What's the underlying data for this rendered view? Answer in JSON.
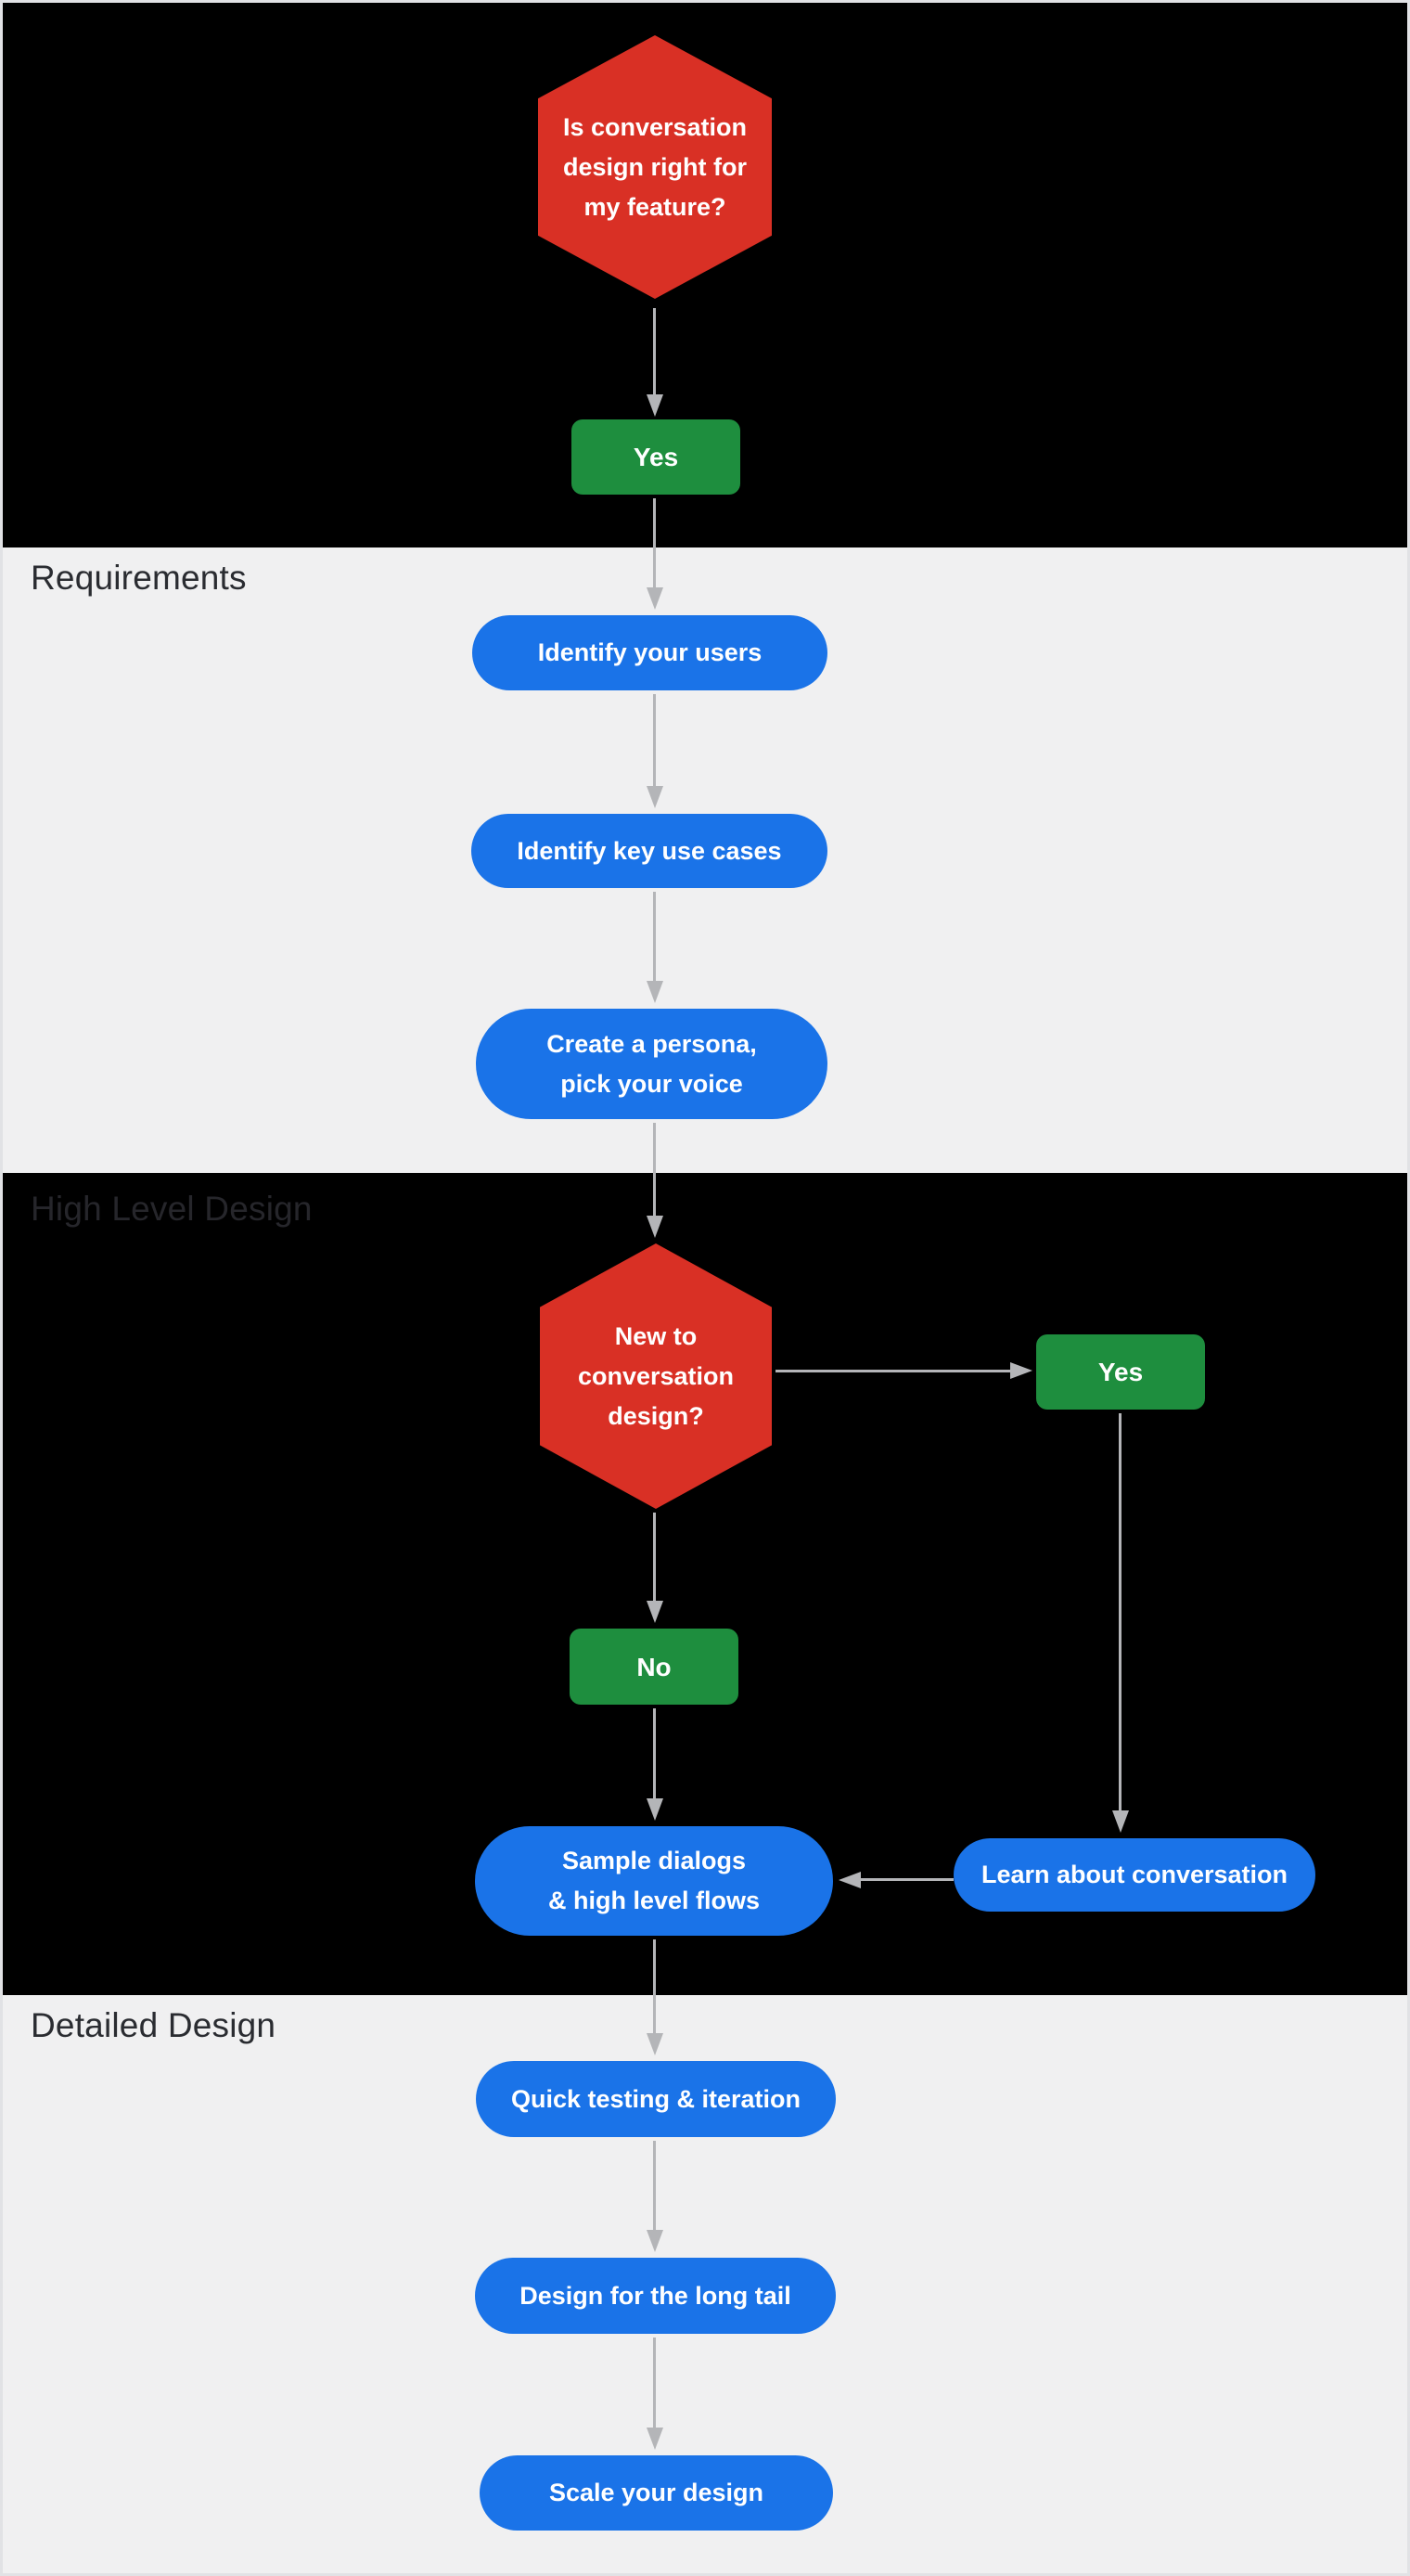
{
  "colors": {
    "background_dark": "#000000",
    "background_light": "#f0f0f1",
    "decision_red": "#d93025",
    "answer_green": "#1e8e3e",
    "step_blue": "#1a73e8",
    "arrow_gray": "#b4b5b8",
    "section_label_dark": "#2a2c31",
    "section_label_on_dark": "#26262b",
    "node_text": "#ffffff"
  },
  "sections": {
    "requirements": {
      "label": "Requirements"
    },
    "high_level_design": {
      "label": "High Level Design"
    },
    "detailed_design": {
      "label": "Detailed Design"
    }
  },
  "nodes": {
    "q_right_for_feature": {
      "type": "decision",
      "lines": [
        "Is conversation",
        "design right for",
        "my feature?"
      ]
    },
    "a_yes_top": {
      "type": "answer",
      "label": "Yes"
    },
    "s_identify_users": {
      "type": "step",
      "label": "Identify your users"
    },
    "s_identify_use_cases": {
      "type": "step",
      "label": "Identify key use cases"
    },
    "s_create_persona": {
      "type": "step",
      "lines": [
        "Create a persona,",
        "pick your voice"
      ]
    },
    "q_new_to_design": {
      "type": "decision",
      "lines": [
        "New to",
        "conversation",
        "design?"
      ]
    },
    "a_yes_new": {
      "type": "answer",
      "label": "Yes"
    },
    "a_no_new": {
      "type": "answer",
      "label": "No"
    },
    "s_sample_dialogs": {
      "type": "step",
      "lines": [
        "Sample dialogs",
        "& high level flows"
      ]
    },
    "s_learn_conversation": {
      "type": "step",
      "label": "Learn about conversation"
    },
    "s_quick_testing": {
      "type": "step",
      "label": "Quick testing & iteration"
    },
    "s_long_tail": {
      "type": "step",
      "label": "Design for the long tail"
    },
    "s_scale_design": {
      "type": "step",
      "label": "Scale your design"
    }
  },
  "edges": [
    {
      "from": "q_right_for_feature",
      "to": "a_yes_top"
    },
    {
      "from": "a_yes_top",
      "to": "s_identify_users"
    },
    {
      "from": "s_identify_users",
      "to": "s_identify_use_cases"
    },
    {
      "from": "s_identify_use_cases",
      "to": "s_create_persona"
    },
    {
      "from": "s_create_persona",
      "to": "q_new_to_design"
    },
    {
      "from": "q_new_to_design",
      "to": "a_yes_new"
    },
    {
      "from": "q_new_to_design",
      "to": "a_no_new"
    },
    {
      "from": "a_yes_new",
      "to": "s_learn_conversation"
    },
    {
      "from": "a_no_new",
      "to": "s_sample_dialogs"
    },
    {
      "from": "s_learn_conversation",
      "to": "s_sample_dialogs"
    },
    {
      "from": "s_sample_dialogs",
      "to": "s_quick_testing"
    },
    {
      "from": "s_quick_testing",
      "to": "s_long_tail"
    },
    {
      "from": "s_long_tail",
      "to": "s_scale_design"
    }
  ]
}
